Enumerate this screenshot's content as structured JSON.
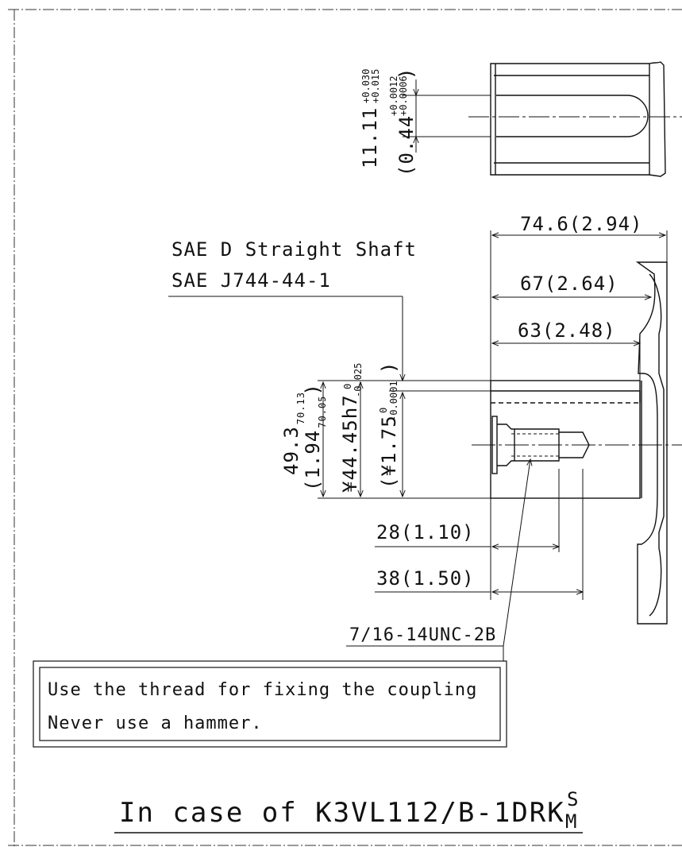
{
  "keyway": {
    "width_mm": "11.11",
    "width_mm_tol_upper": "+0.030",
    "width_mm_tol_lower": "+0.015",
    "width_in_open": "(0.44",
    "width_in_tol_upper": "+0.0012",
    "width_in_tol_lower": "+0.0006",
    "width_in_close": ")"
  },
  "shaft_label": {
    "line1": "SAE D Straight Shaft",
    "line2": "SAE J744-44-1"
  },
  "lengths": {
    "overall": "74.6(2.94)",
    "l67": "67(2.64)",
    "l63": "63(2.48)",
    "l28": "28(1.10)",
    "l38": "38(1.50)"
  },
  "diameters": {
    "d49_main": "49.3",
    "d49_tol": "70.13",
    "d194_main": "(1.94",
    "d194_tol": "70.05",
    "d194_close": ")",
    "d44_main": "¥44.45h7",
    "d44_tol_upper": "0",
    "d44_tol_lower": "-0.025",
    "d175_main": "(¥1.75",
    "d175_tol_upper": "0",
    "d175_tol_lower": "-0.0001",
    "d175_close": ")"
  },
  "thread": "7/16-14UNC-2B",
  "notice": {
    "line1": "Use the thread for fixing the coupling",
    "line2": "Never use a hammer."
  },
  "caption": {
    "main": "In case of K3VL112/B-1DRK",
    "sup_top": "S",
    "sup_bottom": "M"
  }
}
